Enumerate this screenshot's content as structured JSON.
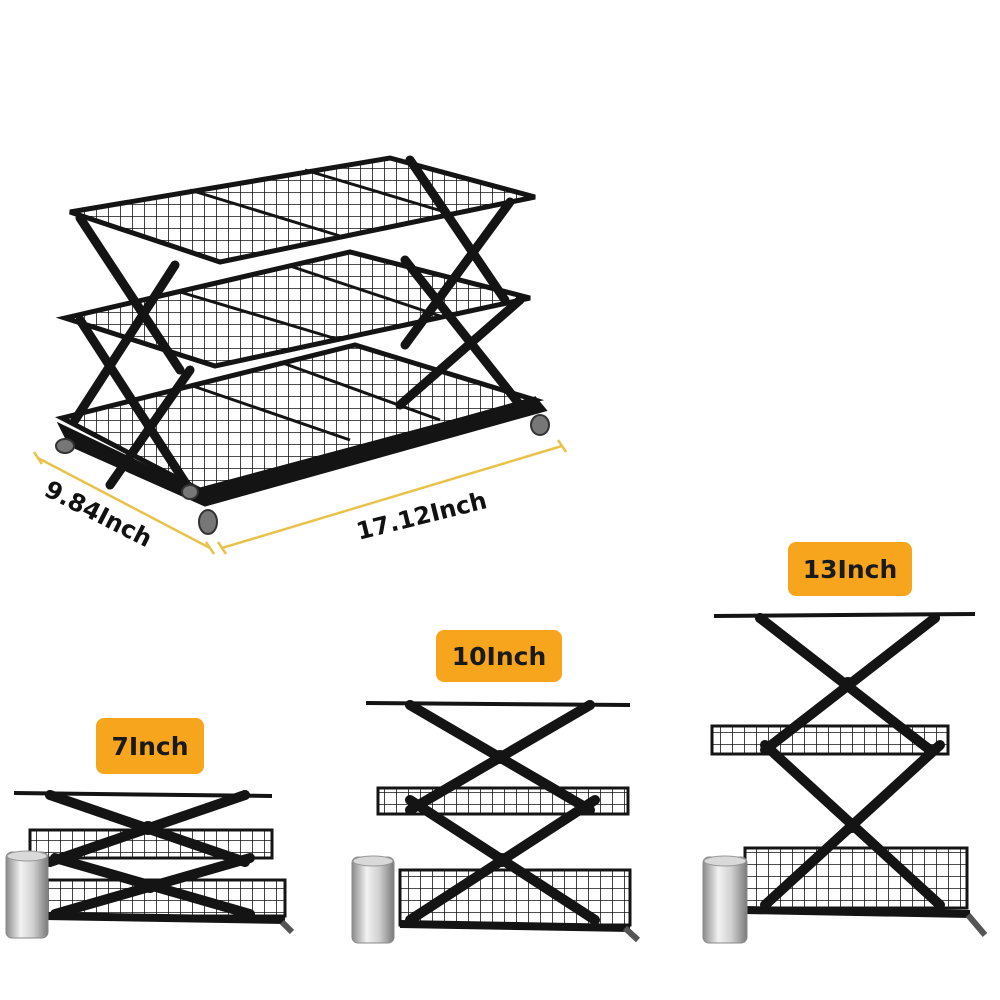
{
  "dimensions": {
    "depth_label": "9.84Inch",
    "width_label": "17.12Inch"
  },
  "heights": {
    "small_label": "7Inch",
    "medium_label": "10Inch",
    "large_label": "13Inch"
  },
  "colors": {
    "frame": "#141414",
    "badge": "#f7a51c",
    "dimension_line": "#e8c24a",
    "can": "#c8c8c8"
  }
}
